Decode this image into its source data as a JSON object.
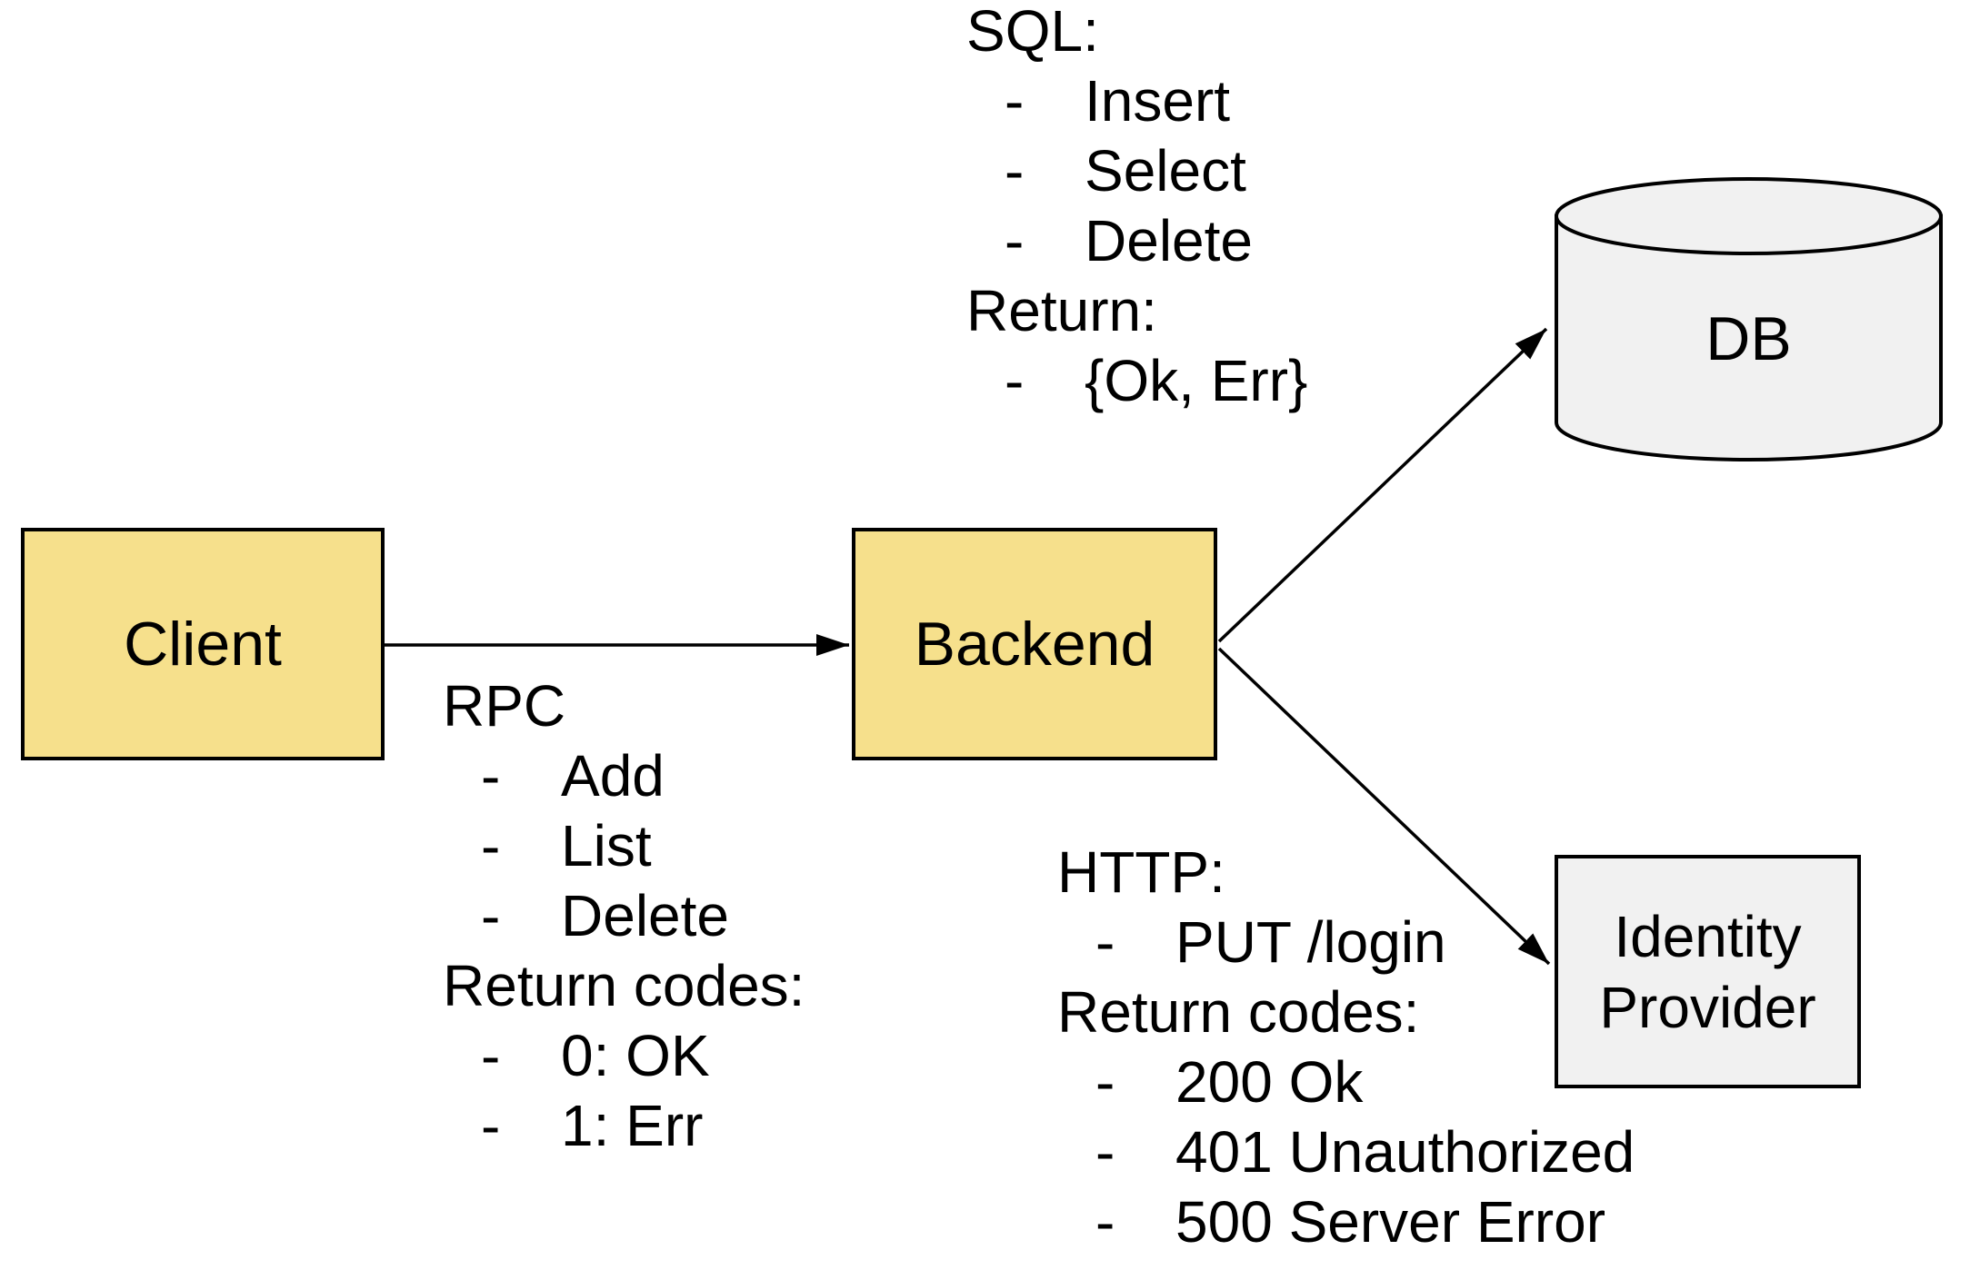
{
  "diagram": {
    "background": "#ffffff",
    "colors": {
      "node_fill_yellow": "#F6E08C",
      "node_fill_gray": "#F1F1F1",
      "stroke": "#000000",
      "text": "#000000"
    }
  },
  "nodes": {
    "client": {
      "label": "Client"
    },
    "backend": {
      "label": "Backend"
    },
    "db": {
      "label": "DB"
    },
    "identity_provider": {
      "line1": "Identity",
      "line2": "Provider"
    }
  },
  "annotations": {
    "bullet_char": "-",
    "sql": {
      "lines": [
        {
          "type": "heading",
          "text": "SQL:"
        },
        {
          "type": "bullet",
          "text": "Insert"
        },
        {
          "type": "bullet",
          "text": "Select"
        },
        {
          "type": "bullet",
          "text": "Delete"
        },
        {
          "type": "heading",
          "text": "Return:"
        },
        {
          "type": "bullet",
          "text": "{Ok, Err}"
        }
      ]
    },
    "rpc": {
      "lines": [
        {
          "type": "heading",
          "text": "RPC"
        },
        {
          "type": "bullet",
          "text": "Add"
        },
        {
          "type": "bullet",
          "text": "List"
        },
        {
          "type": "bullet",
          "text": "Delete"
        },
        {
          "type": "heading",
          "text": "Return codes:"
        },
        {
          "type": "bullet",
          "text": "0: OK"
        },
        {
          "type": "bullet",
          "text": "1: Err"
        }
      ]
    },
    "http": {
      "lines": [
        {
          "type": "heading",
          "text": "HTTP:"
        },
        {
          "type": "bullet",
          "text": "PUT /login"
        },
        {
          "type": "heading",
          "text": "Return codes:"
        },
        {
          "type": "bullet",
          "text": "200 Ok"
        },
        {
          "type": "bullet",
          "text": "401 Unauthorized"
        },
        {
          "type": "bullet",
          "text": "500 Server Error"
        }
      ]
    }
  }
}
